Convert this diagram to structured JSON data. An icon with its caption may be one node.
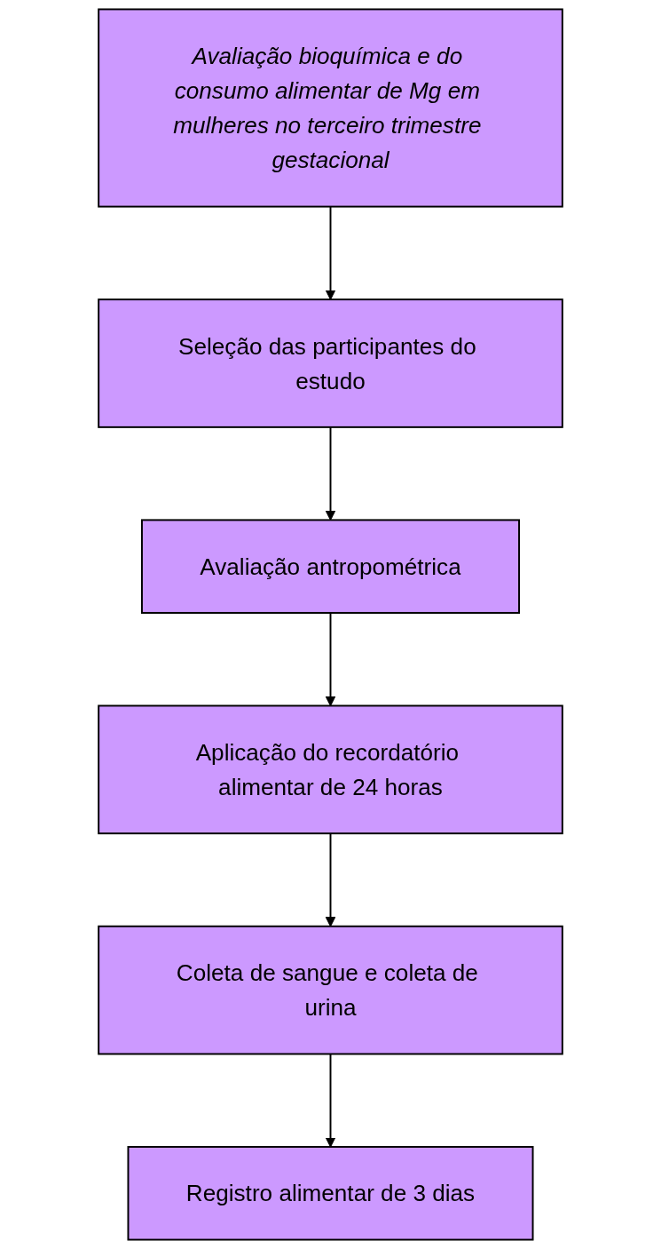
{
  "diagram": {
    "nodes": [
      {
        "text": [
          "Avaliação bioquímica e do consumo alimentar de Mg em mulheres no terceiro trimestre gestacional"
        ]
      },
      {
        "text": [
          "Seleção das participantes do estudo"
        ]
      },
      {
        "text": [
          "Avaliação antropométrica"
        ]
      },
      {
        "text": [
          "Aplicação do recordatório alimentar de 24 horas"
        ]
      },
      {
        "text": [
          "Coleta de sangue e coleta de urina"
        ]
      },
      {
        "text": [
          "Registro alimentar de 3 dias"
        ]
      }
    ],
    "edges": [
      {
        "from": 0,
        "to": 1,
        "arrow": "to"
      },
      {
        "from": 1,
        "to": 2,
        "arrow": "to"
      },
      {
        "from": 2,
        "to": 3,
        "arrow": "to"
      },
      {
        "from": 3,
        "to": 4,
        "arrow": "to"
      },
      {
        "from": 4,
        "to": 5,
        "arrow": "to"
      }
    ]
  }
}
